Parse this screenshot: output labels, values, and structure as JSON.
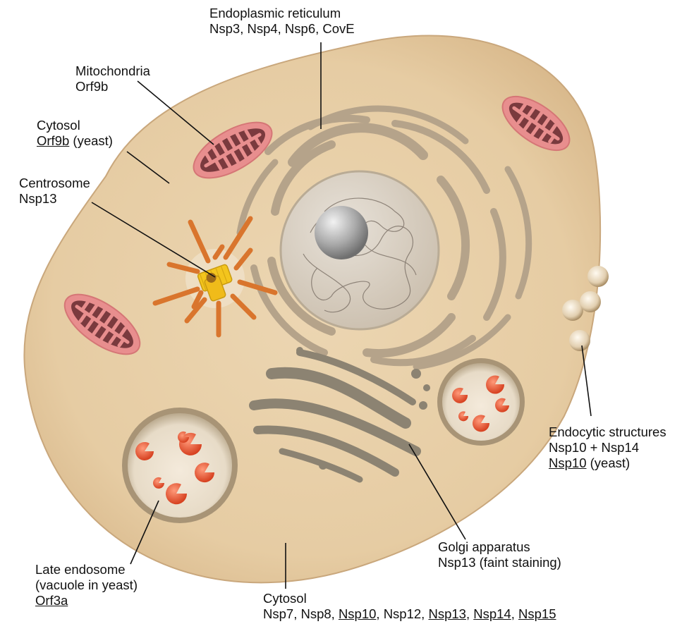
{
  "labels": {
    "er": {
      "title": "Endoplasmic reticulum",
      "proteins": "Nsp3, Nsp4, Nsp6, CovE"
    },
    "mitochondria": {
      "title": "Mitochondria",
      "proteins": "Orf9b"
    },
    "cytosol_top": {
      "title": "Cytosol",
      "protein": "Orf9b",
      "note": " (yeast)"
    },
    "centrosome": {
      "title": "Centrosome",
      "proteins": "Nsp13"
    },
    "endocytic": {
      "title": "Endocytic structures",
      "proteins": "Nsp10 + Nsp14",
      "protein_yeast": "Nsp10",
      "note": " (yeast)"
    },
    "golgi": {
      "title": "Golgi apparatus",
      "proteins": "Nsp13 (faint staining)"
    },
    "late_endosome": {
      "title": "Late endosome",
      "subtitle": "(vacuole in yeast)",
      "protein": "Orf3a"
    },
    "cytosol_bottom": {
      "title": "Cytosol",
      "p1": "Nsp7, Nsp8, ",
      "p2": "Nsp10",
      "p3": ", Nsp12, ",
      "p4": "Nsp13",
      "p5": ", ",
      "p6": "Nsp14",
      "p7": ", ",
      "p8": "Nsp15"
    }
  },
  "colors": {
    "cell": "#e8cfa8",
    "cell_edge": "#c9a77c",
    "er": "#b5a38a",
    "nucleus": "#d6ccbe",
    "mito_outer": "#e88e8e",
    "mito_inner": "#7a3a3e",
    "centrosome": "#f3c51d",
    "microtubule": "#d9752d",
    "golgi": "#8c8372",
    "vesicle_cargo": "#e25533"
  }
}
